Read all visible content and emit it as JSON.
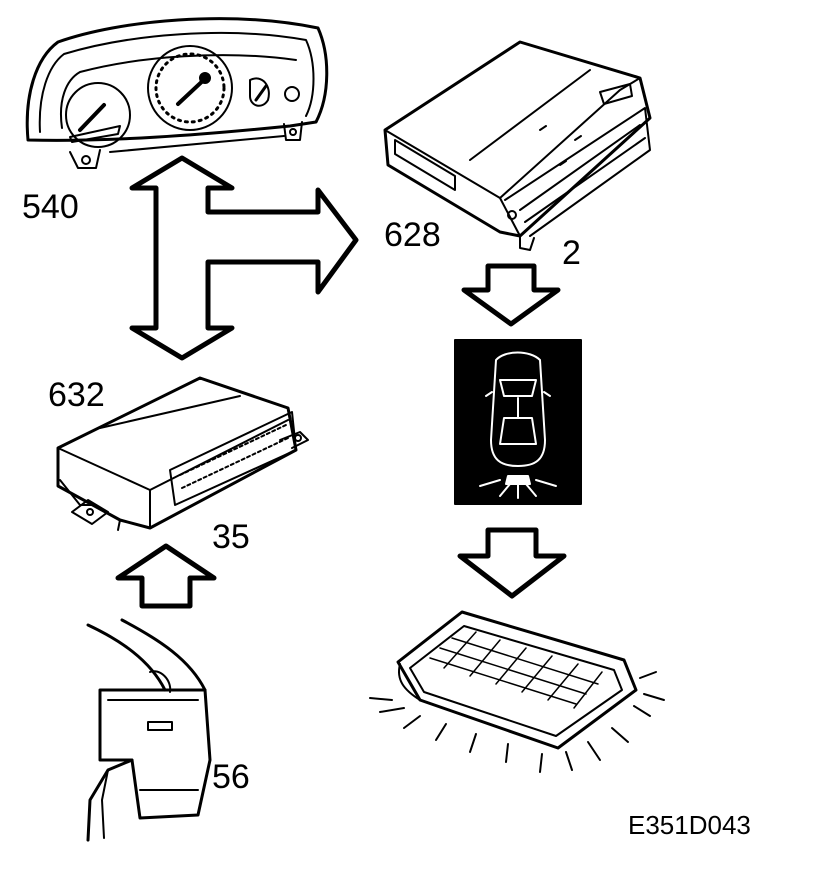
{
  "labels": {
    "instrument_cluster": "540",
    "control_module": "628",
    "control_module_pin": "2",
    "central_module": "632",
    "central_module_pin": "35",
    "door_switch": "56",
    "figure_code": "E351D043"
  },
  "colors": {
    "ink": "#000000",
    "paper": "#ffffff",
    "display_bg": "#000000",
    "display_line": "#ffffff"
  },
  "icons": {
    "cluster": "instrument-cluster-icon",
    "ecu": "control-unit-icon",
    "car_display": "car-display-icon",
    "lamp": "courtesy-lamp-icon",
    "switch": "door-switch-icon"
  }
}
